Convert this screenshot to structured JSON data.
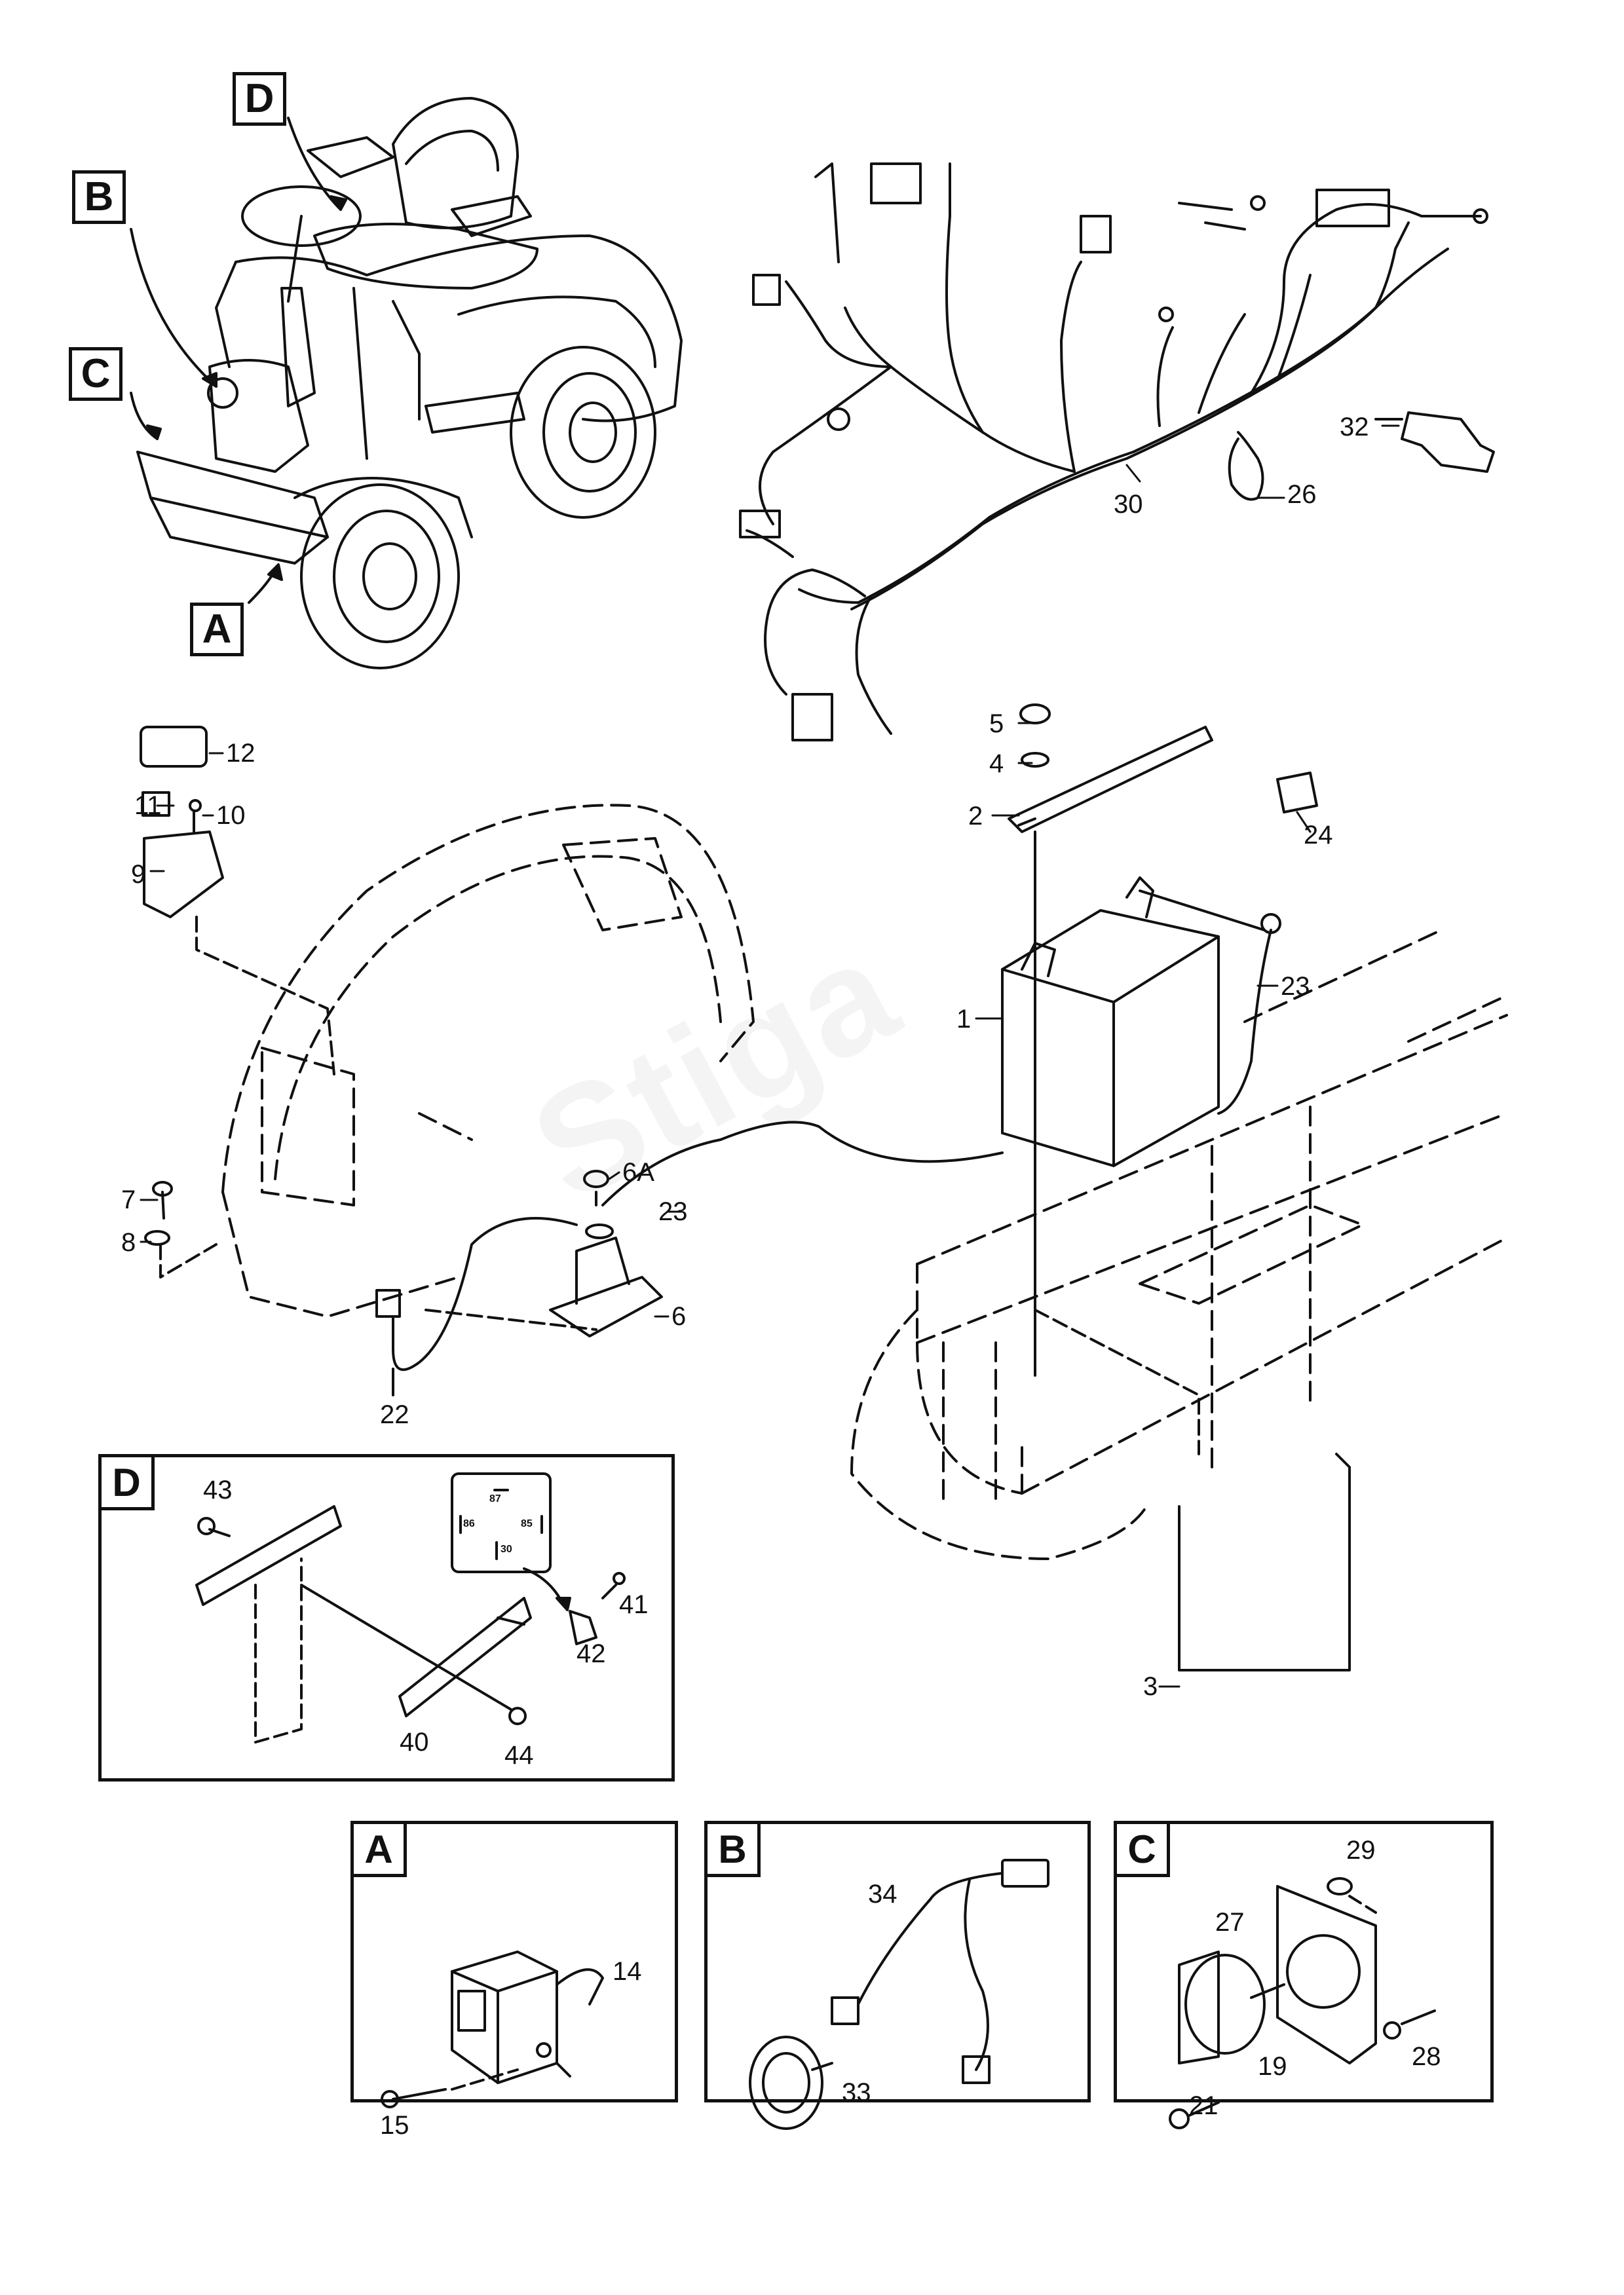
{
  "callouts": {
    "A": "A",
    "B": "B",
    "C": "C",
    "D": "D"
  },
  "watermark": "Stiga",
  "labels": {
    "p1": "1",
    "p2": "2",
    "p3": "3",
    "p4": "4",
    "p5": "5",
    "p6": "6",
    "p6a": "6A",
    "p7": "7",
    "p8": "8",
    "p9": "9",
    "p10": "10",
    "p11": "11",
    "p12": "12",
    "p14": "14",
    "p15": "15",
    "p19": "19",
    "p21": "21",
    "p22": "22",
    "p23a": "23",
    "p23b": "23",
    "p24": "24",
    "p26": "26",
    "p27": "27",
    "p28": "28",
    "p29": "29",
    "p30": "30",
    "p32": "32",
    "p33": "33",
    "p34": "34",
    "p40": "40",
    "p41": "41",
    "p42": "42",
    "p43": "43",
    "p44": "44"
  },
  "relay_pins": {
    "top": "87",
    "left": "86",
    "right": "85",
    "bottom": "30"
  },
  "insets": {
    "D": "D",
    "A": "A",
    "B": "B",
    "C": "C"
  }
}
